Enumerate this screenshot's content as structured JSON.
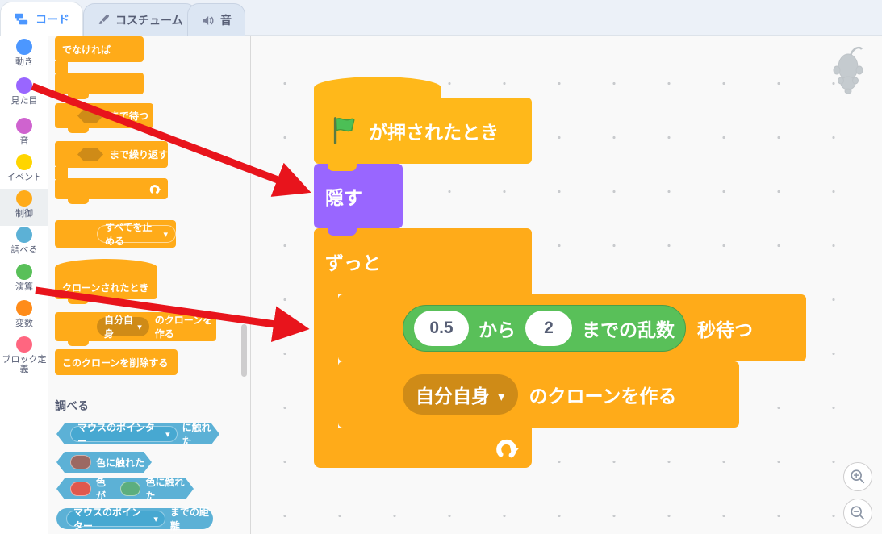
{
  "tabs": {
    "code": "コード",
    "costumes": "コスチューム",
    "sounds": "音"
  },
  "categories": [
    {
      "label": "動き",
      "color": "#4C97FF",
      "selected": false
    },
    {
      "label": "見た目",
      "color": "#9966FF",
      "selected": false
    },
    {
      "label": "音",
      "color": "#CF63CF",
      "selected": false
    },
    {
      "label": "イベント",
      "color": "#FFD500",
      "selected": false
    },
    {
      "label": "制御",
      "color": "#FFAB19",
      "selected": true
    },
    {
      "label": "調べる",
      "color": "#5CB1D6",
      "selected": false
    },
    {
      "label": "演算",
      "color": "#59C059",
      "selected": false
    },
    {
      "label": "変数",
      "color": "#FF8C1A",
      "selected": false
    },
    {
      "label": "ブロック定義",
      "color": "#FF6680",
      "selected": false
    }
  ],
  "palette": {
    "else_label": "でなければ",
    "wait_until_suffix": "まで待つ",
    "repeat_until_suffix": "まで繰り返す",
    "stop_dropdown": "すべてを止める",
    "when_cloned": "クローンされたとき",
    "clone_dropdown": "自分自身",
    "clone_suffix": "のクローンを作る",
    "delete_clone": "このクローンを削除する",
    "sensing_header": "調べる",
    "touching_dropdown": "マウスのポインター",
    "touching_suffix": "に触れた",
    "touch_color_suffix": "色に触れた",
    "color_is": "色が",
    "color_touch_suffix": "色に触れた",
    "distance_dropdown": "マウスのポインター",
    "distance_suffix": "までの距離"
  },
  "script": {
    "when_flag_suffix": "が押されたとき",
    "hide": "隠す",
    "forever": "ずっと",
    "random_from": "0.5",
    "random_kara": "から",
    "random_to": "2",
    "random_suffix": "までの乱数",
    "wait_suffix": "秒待つ",
    "clone_dropdown": "自分自身",
    "clone_suffix": "のクローンを作る"
  },
  "colors": {
    "control": "#FFAB19",
    "control_dark": "#CF8B17",
    "events": "#FFB81A",
    "looks": "#9966FF",
    "operators": "#59C059",
    "sensing": "#5CB1D6",
    "swatch_brown": "#9C6862",
    "swatch_red": "#E0584C",
    "swatch_green": "#5CAE7E",
    "arrow_red": "#E8141C"
  }
}
